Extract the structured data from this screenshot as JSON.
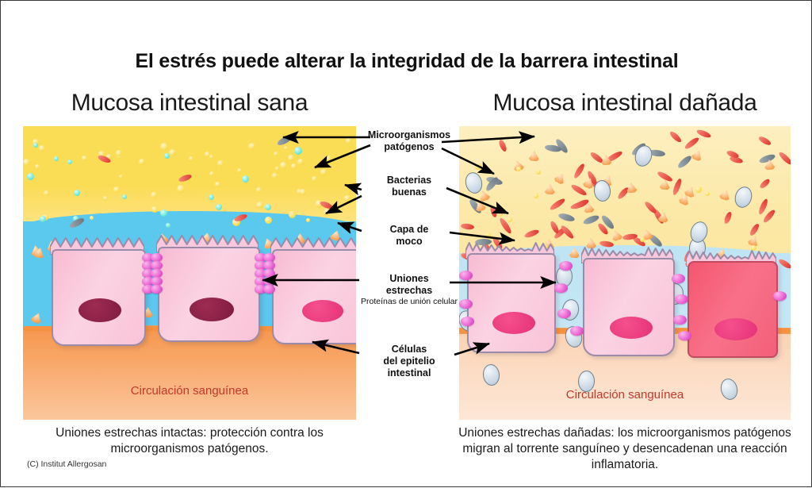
{
  "title": "El estrés puede alterar la integridad de la barrera intestinal",
  "panels": {
    "healthy": {
      "heading": "Mucosa intestinal sana",
      "blood_label": "Circulación sanguínea",
      "caption": "Uniones estrechas intactas: protección contra los microorganismos patógenos."
    },
    "damaged": {
      "heading": "Mucosa intestinal dañada",
      "blood_label": "Circulación sanguínea",
      "caption": "Uniones estrechas dañadas: los microorganismos patógenos migran al torrente sanguíneo y desencadenan una reacción inflamatoria."
    }
  },
  "center_labels": [
    {
      "line1": "Microorganismos",
      "line2": "patógenos",
      "sub": ""
    },
    {
      "line1": "Bacterias",
      "line2": "buenas",
      "sub": ""
    },
    {
      "line1": "Capa de",
      "line2": "moco",
      "sub": ""
    },
    {
      "line1": "Uniones",
      "line2": "estrechas",
      "sub": "Proteínas de unión celular"
    },
    {
      "line1": "Células",
      "line2": "del epitelio",
      "line3": "intestinal",
      "sub": ""
    }
  ],
  "copyright": "(C) Institut Allergosan",
  "colors": {
    "lumen_healthy": "#FBDC55",
    "lumen_damaged": "#FCE9A8",
    "mucus_healthy": "#5BC8EE",
    "mucus_damaged": "#BFE4F3",
    "blood_healthy": "#F6974F",
    "blood_damaged": "#FBD2B2",
    "cell": "#F8BBD2",
    "cell_inflamed": "#F4576F",
    "tight_junction": "#E85BD0",
    "pathogen": "#7E8B96",
    "bad_bacteria": "#E8453C",
    "good_bacteria": "#F8A85C",
    "blood_text": "#C0392B"
  }
}
